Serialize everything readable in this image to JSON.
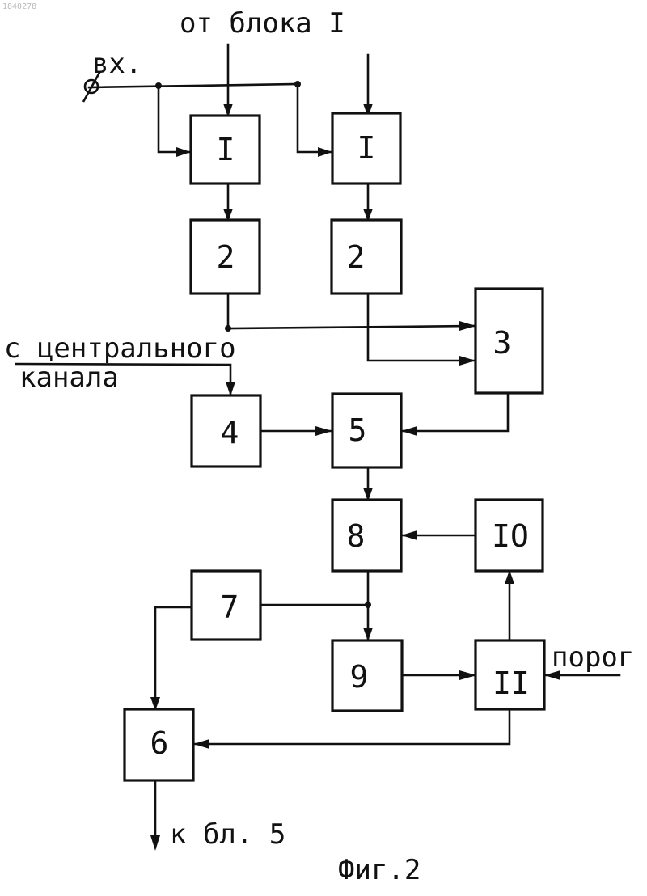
{
  "doc_id": "1840278",
  "labels": {
    "from_block": "от блока I",
    "input": "вх.",
    "from_central_1": "с центрального",
    "from_central_2": "канала",
    "threshold": "порог",
    "to_block": "к бл. 5",
    "figure": "Фиг.2"
  },
  "blocks": {
    "b1a": "I",
    "b1b": "I",
    "b2a": "2",
    "b2b": "2",
    "b3": "3",
    "b4": "4",
    "b5": "5",
    "b6": "6",
    "b7": "7",
    "b8": "8",
    "b9": "9",
    "b10": "IO",
    "b11": "II"
  }
}
